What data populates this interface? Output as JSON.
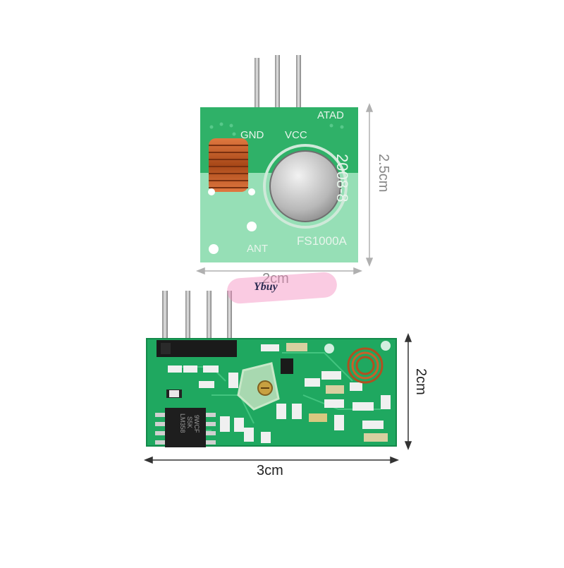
{
  "transmitter": {
    "pin_labels": [
      "GND",
      "VCC",
      "ATAD"
    ],
    "date_code": "2008-8",
    "model": "FS1000A",
    "ant_label": "ANT",
    "width_label": "2cm",
    "height_label": "2.5cm"
  },
  "receiver": {
    "chip_text": [
      "LM358",
      "S5K",
      "9WCF"
    ],
    "width_label": "3cm",
    "height_label": "2cm"
  },
  "watermark": {
    "text": "Ybuy"
  },
  "colors": {
    "pcb_green": "#2fb168",
    "pcb_light": "#a8e8c4",
    "coil_copper": "#c8602a",
    "pin_metal": "#c9c9c9",
    "crystal_silver": "#cfcfcf"
  }
}
